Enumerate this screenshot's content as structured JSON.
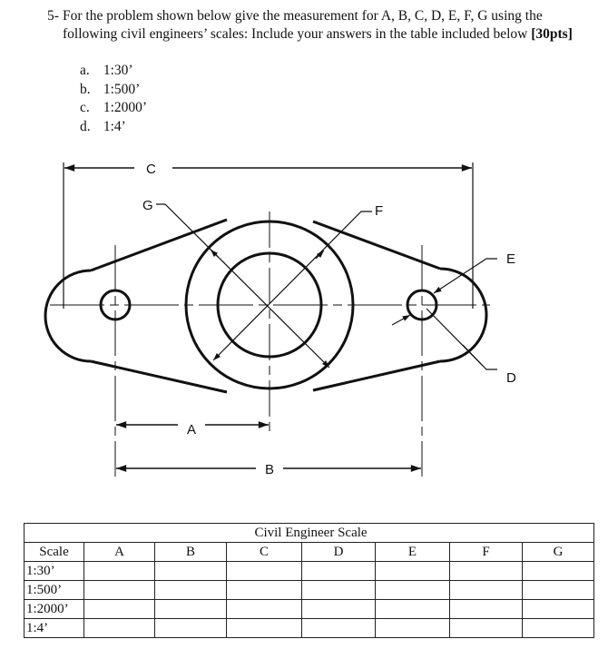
{
  "question": {
    "number": "5-",
    "text_part1": "For the problem shown below give the measurement for A, B, C, D, E, F, G using the following civil engineers’ scales: Include your answers in the table included below ",
    "points": "[30pts]"
  },
  "scales": [
    {
      "label": "a.",
      "value": "1:30’"
    },
    {
      "label": "b.",
      "value": "1:500’"
    },
    {
      "label": "c.",
      "value": "1:2000’"
    },
    {
      "label": "d.",
      "value": "1:4’"
    }
  ],
  "drawing": {
    "labels": {
      "A": "A",
      "B": "B",
      "C": "C",
      "D": "D",
      "E": "E",
      "F": "F",
      "G": "G"
    }
  },
  "table": {
    "caption": "Civil Engineer Scale",
    "headers": [
      "Scale",
      "A",
      "B",
      "C",
      "D",
      "E",
      "F",
      "G"
    ],
    "rows": [
      {
        "scale": "1:30’",
        "cells": [
          "",
          "",
          "",
          "",
          "",
          "",
          ""
        ]
      },
      {
        "scale": "1:500’",
        "cells": [
          "",
          "",
          "",
          "",
          "",
          "",
          ""
        ]
      },
      {
        "scale": "1:2000’",
        "cells": [
          "",
          "",
          "",
          "",
          "",
          "",
          ""
        ]
      },
      {
        "scale": "1:4’",
        "cells": [
          "",
          "",
          "",
          "",
          "",
          "",
          ""
        ]
      }
    ]
  }
}
